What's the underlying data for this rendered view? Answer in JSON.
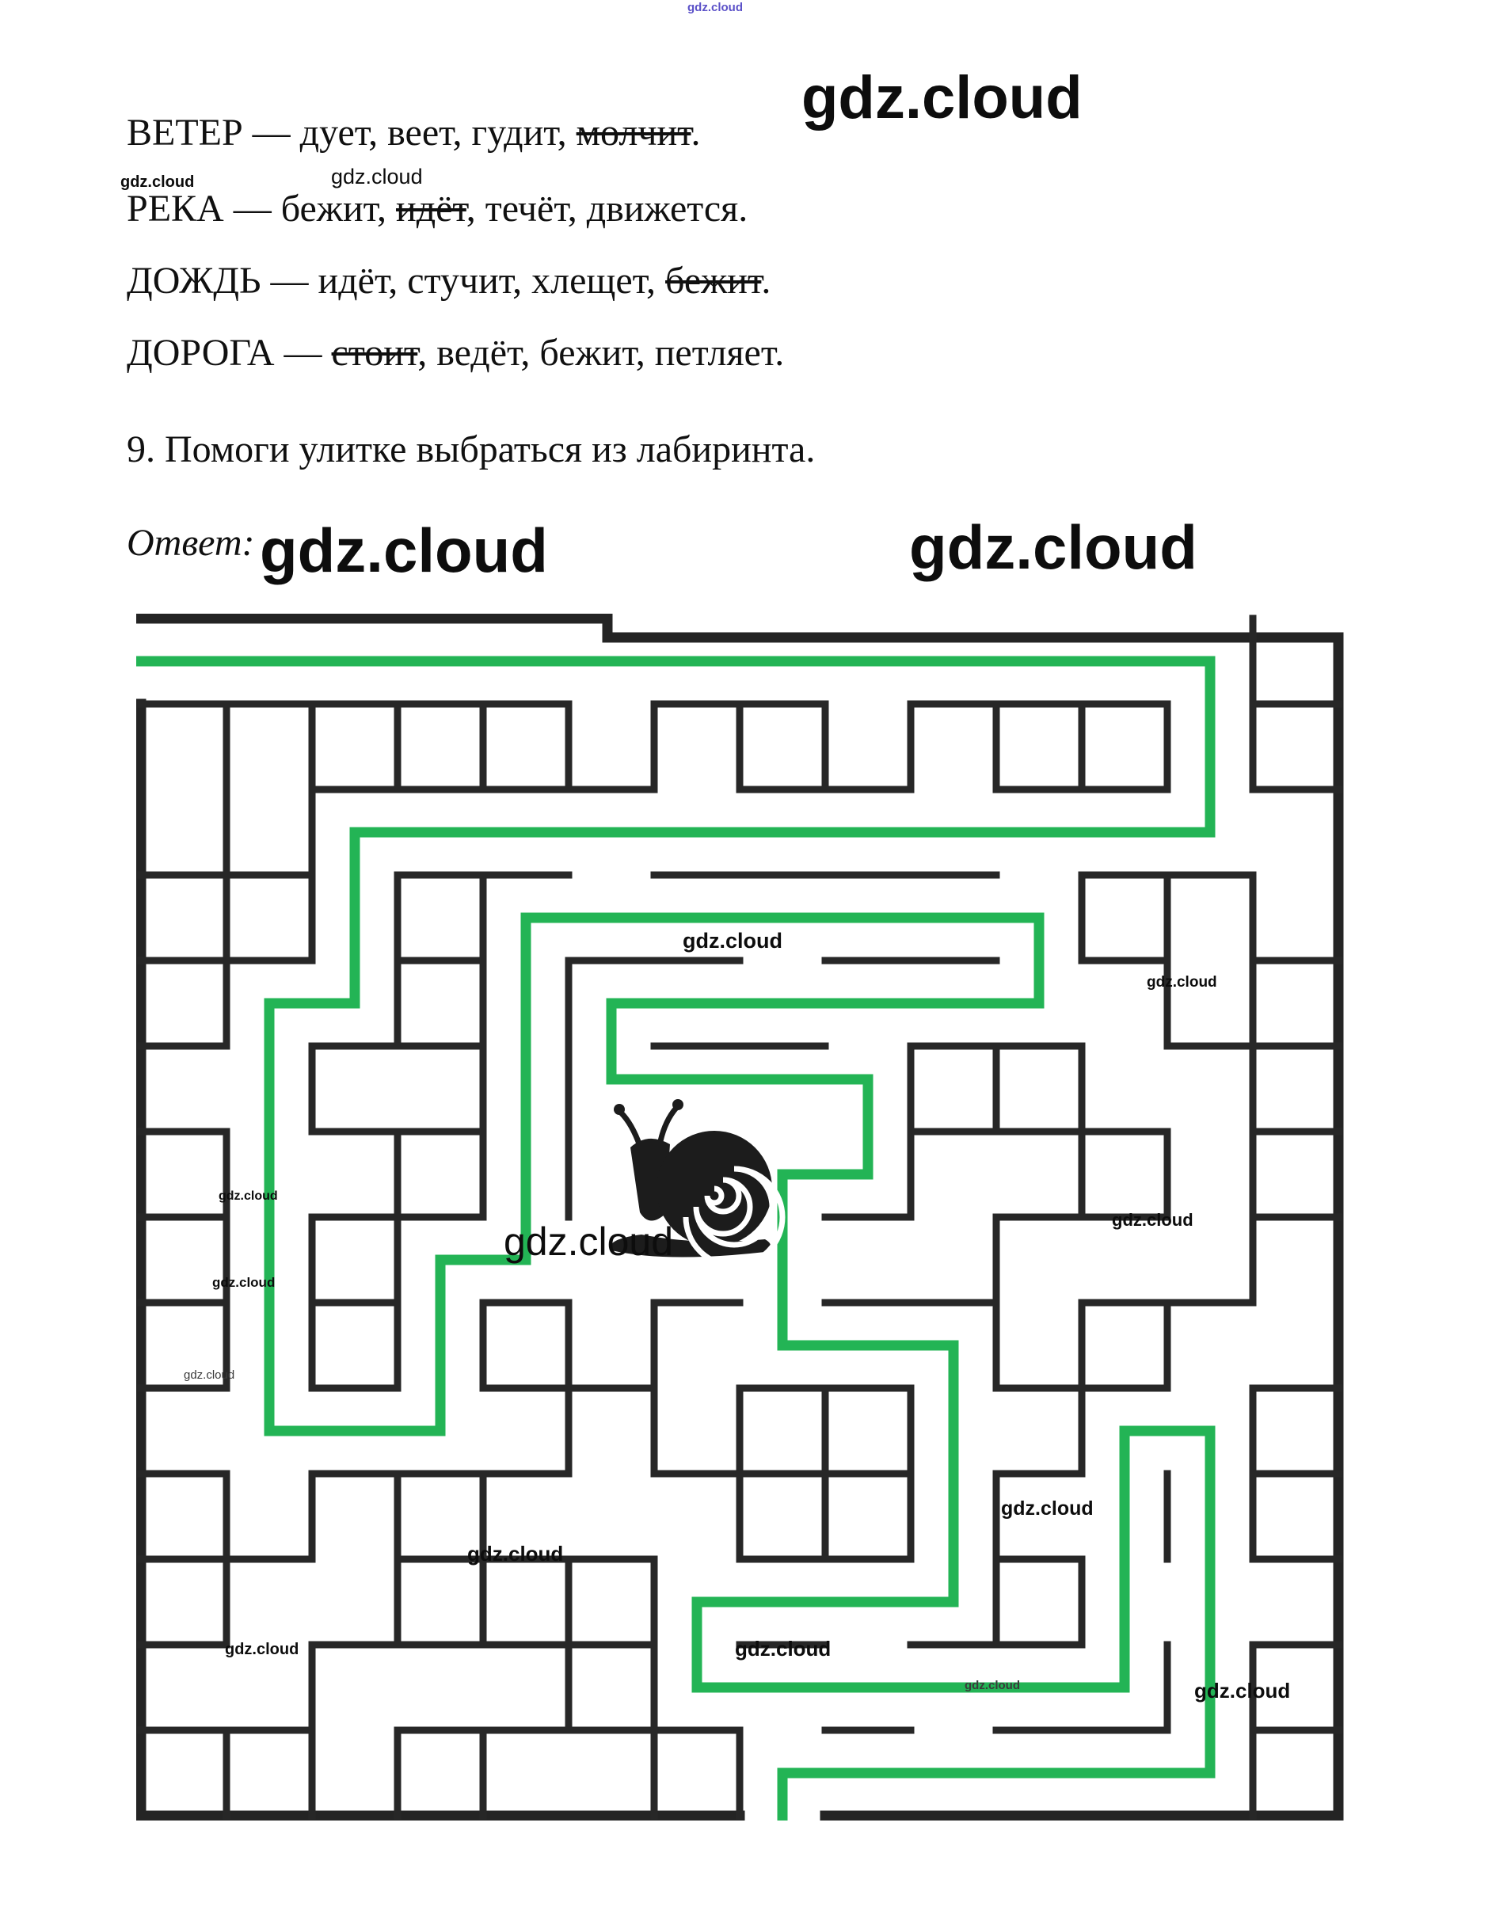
{
  "watermark": {
    "text": "gdz.cloud"
  },
  "colors": {
    "maze_wall": "#272727",
    "maze_border": "#242424",
    "solution_green": "#23b455",
    "watermark_accent": "#5b51c8"
  },
  "exercise8": {
    "lines": [
      {
        "prefix": "ВЕТЕР — дует, веет, гудит, ",
        "struck": "молчит",
        "suffix": "."
      },
      {
        "prefix": "РЕКА — бежит, ",
        "struck": "идёт",
        "suffix": ", течёт, движется."
      },
      {
        "prefix": "ДОЖДЬ — идёт, стучит, хлещет, ",
        "struck": "бежит",
        "suffix": "."
      },
      {
        "prefix": "ДОРОГА — ",
        "struck": "стоит",
        "suffix": ", ведёт, бежит, петляет."
      }
    ]
  },
  "exercise9": {
    "title": "9. Помоги улитке выбраться из лабиринта.",
    "answer_label": "Ответ:"
  }
}
